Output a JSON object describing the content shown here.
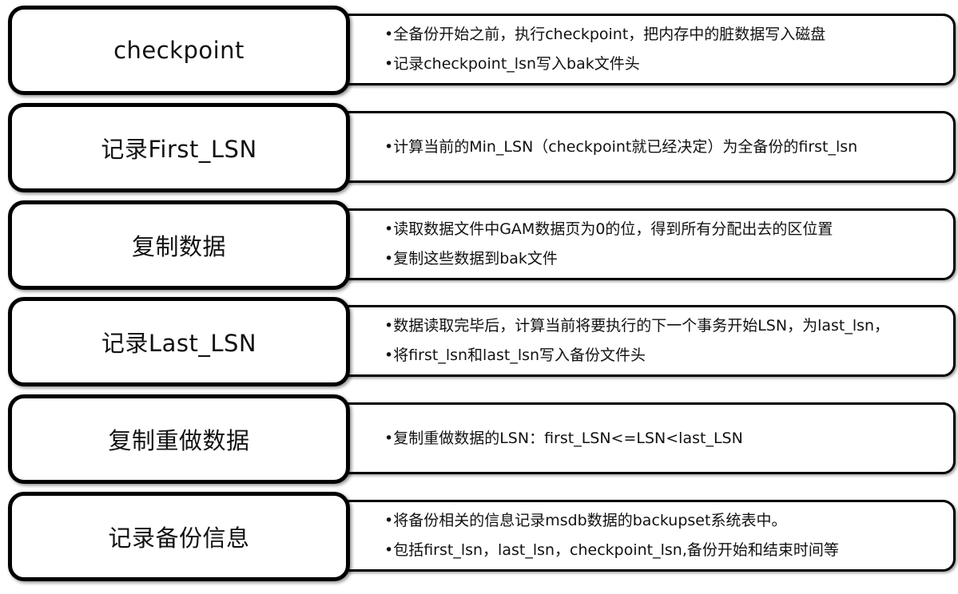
{
  "steps": [
    {
      "title": "checkpoint",
      "lines": [
        "•全备份开始之前，执行checkpoint，把内存中的脏数据写入磁盘",
        "•记录checkpoint_lsn写入bak文件头"
      ]
    },
    {
      "title": "记录First_LSN",
      "lines": [
        "•计算当前的Min_LSN（checkpoint就已经决定）为全备份的first_lsn"
      ]
    },
    {
      "title": "复制数据",
      "lines": [
        "•读取数据文件中GAM数据页为0的位，得到所有分配出去的区位置",
        "•复制这些数据到bak文件"
      ]
    },
    {
      "title": "记录Last_LSN",
      "lines": [
        "•数据读取完毕后，计算当前将要执行的下一个事务开始LSN，为last_lsn，",
        "•将first_lsn和last_lsn写入备份文件头"
      ]
    },
    {
      "title": "复制重做数据",
      "lines": [
        "•复制重做数据的LSN：first_LSN<=LSN<last_LSN"
      ]
    },
    {
      "title": "记录备份信息",
      "lines": [
        "•将备份相关的信息记录msdb数据的backupset系统表中。",
        "•包括first_lsn，last_lsn，checkpoint_lsn,备份开始和结束时间等"
      ]
    }
  ]
}
